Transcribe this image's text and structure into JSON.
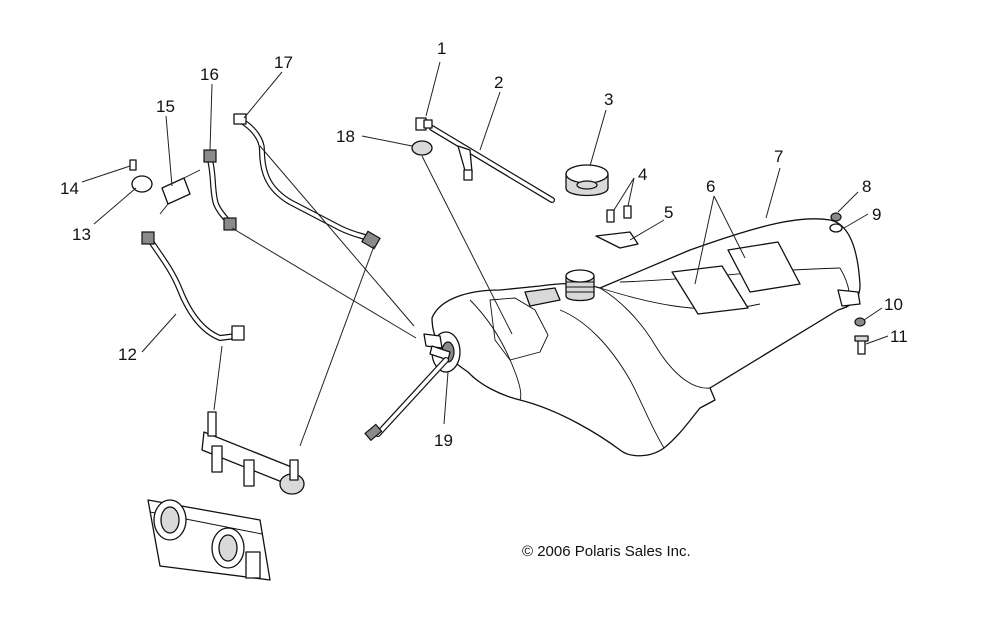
{
  "callouts": {
    "c1": "1",
    "c2": "2",
    "c3": "3",
    "c4": "4",
    "c5": "5",
    "c6": "6",
    "c7": "7",
    "c8": "8",
    "c9": "9",
    "c10": "10",
    "c11": "11",
    "c12": "12",
    "c13": "13",
    "c14": "14",
    "c15": "15",
    "c16": "16",
    "c17": "17",
    "c18": "18",
    "c19": "19"
  },
  "copyright": "© 2006 Polaris Sales Inc."
}
